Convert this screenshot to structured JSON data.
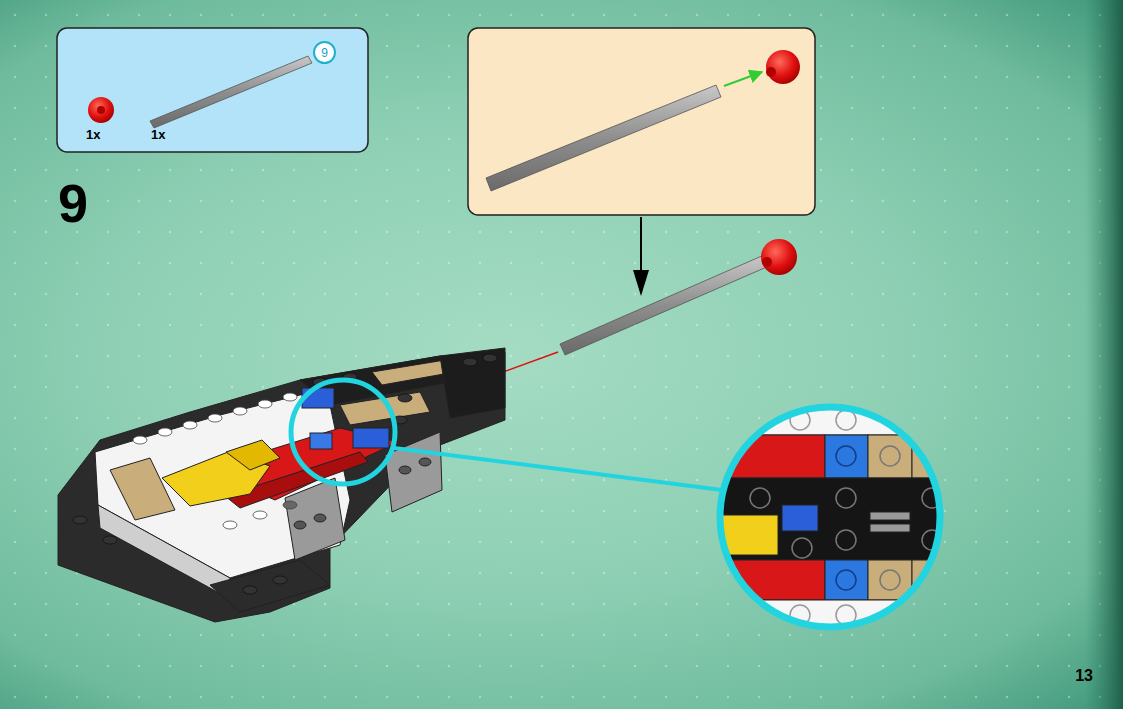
{
  "diagram": {
    "nodes": [
      {
        "text": [
          "1x",
          "1x"
        ]
      },
      {
        "text": [
          "9"
        ],
        "in": 0
      }
    ],
    "labels": [
      "9",
      "13"
    ]
  }
}
